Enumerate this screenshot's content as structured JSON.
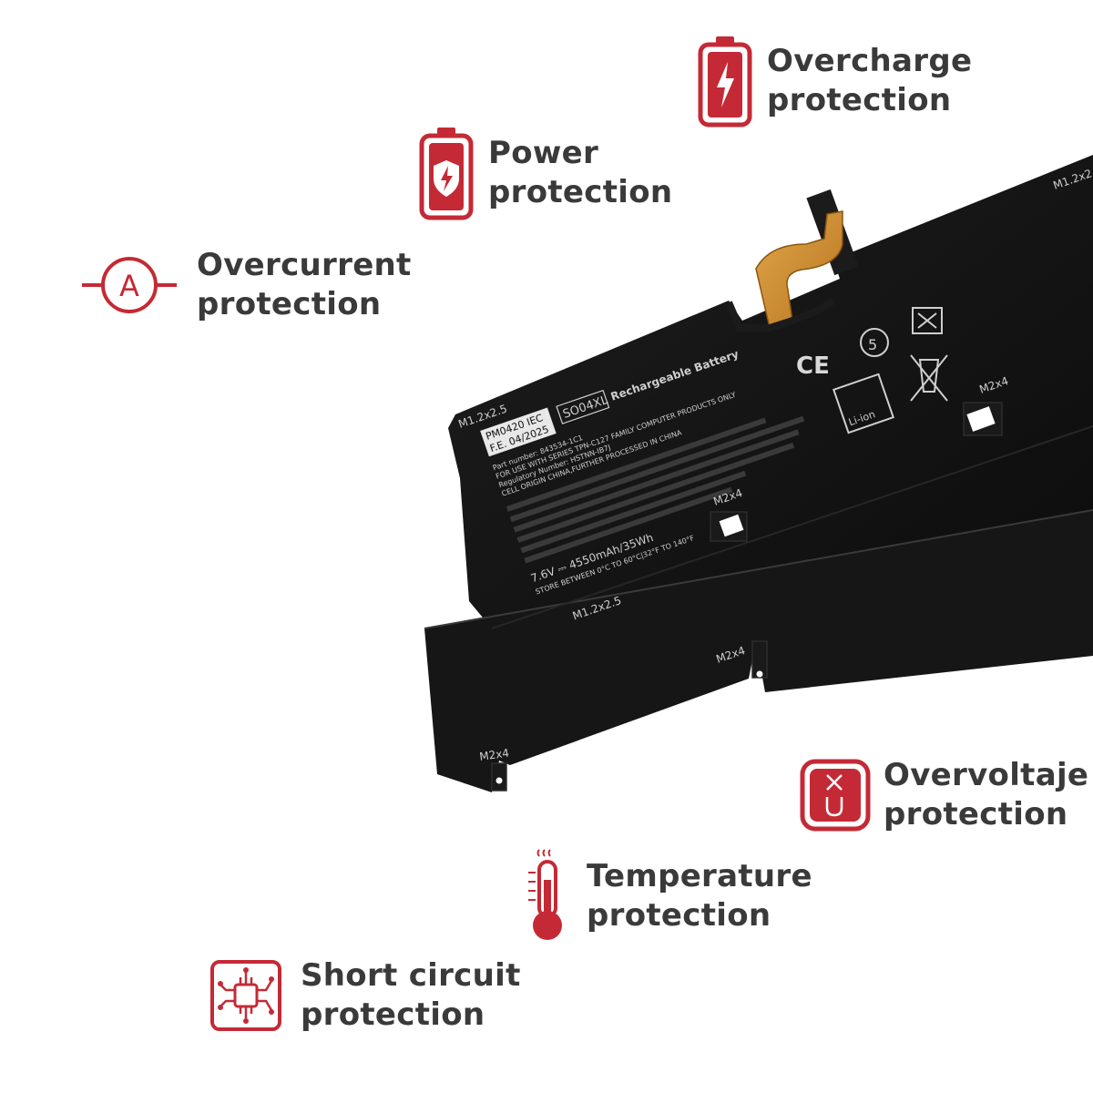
{
  "accent_color": "#c42a35",
  "features": {
    "overcharge": {
      "line1": "Overcharge",
      "line2": "protection",
      "icon": "battery-bolt-icon"
    },
    "power": {
      "line1": "Power",
      "line2": "protection",
      "icon": "battery-shield-bolt-icon"
    },
    "overcurrent": {
      "line1": "Overcurrent",
      "line2": "protection",
      "icon": "ammeter-icon"
    },
    "overvoltage": {
      "line1": "Overvoltaje",
      "line2": "protection",
      "icon": "voltage-icon"
    },
    "temperature": {
      "line1": "Temperature",
      "line2": "protection",
      "icon": "thermometer-icon"
    },
    "short_circuit": {
      "line1": "Short circuit",
      "line2": "protection",
      "icon": "circuit-chip-icon"
    }
  },
  "battery": {
    "model": "SO04XL",
    "title": "Rechargeable Battery",
    "code1": "PM0420  IEC",
    "code2": "F.E. 04/2025",
    "part_number": "Part number: 843534-1C1",
    "use_with": "FOR USE WITH SERIES TPN-C127 FAMILY COMPUTER PRODUCTS ONLY",
    "regulatory": "Regulatory Number: HSTNN-IB7J",
    "origin": "CELL ORIGIN CHINA,FURTHER PROCESSED IN CHINA",
    "spec": "7.6V ⎓ 4550mAh/35Wh",
    "store": "STORE BETWEEN 0°C TO 60°C|32°F TO 140°F",
    "screw_a": "M1.2x2.5",
    "screw_b": "M1.2x2.5",
    "screw_c": "M1.2x2.5",
    "screw_d": "M2x4",
    "screw_e": "M2x4",
    "screw_f": "M2x4",
    "screw_g": "M2x4",
    "liion": "Li-ion",
    "ce": "CE",
    "recycle_num": "5"
  }
}
